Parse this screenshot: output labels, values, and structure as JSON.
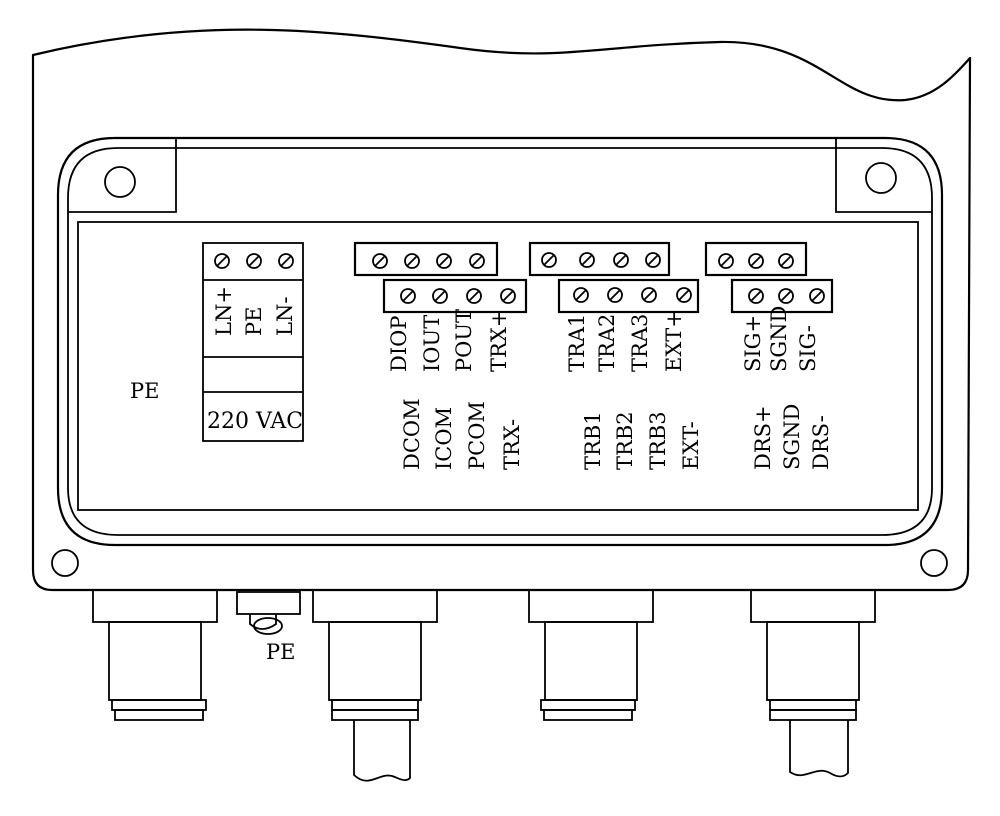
{
  "labels": {
    "pe_left": "PE",
    "pe_bottom": "PE",
    "voltage": "220 VAC"
  },
  "power_terminals": [
    "LN+",
    "PE",
    "LN-"
  ],
  "block1_top": [
    "DIOP",
    "IOUT",
    "POUT",
    "TRX+"
  ],
  "block1_bottom": [
    "DCOM",
    "ICOM",
    "PCOM",
    "TRX-"
  ],
  "block2_top": [
    "TRA1",
    "TRA2",
    "TRA3",
    "EXT+"
  ],
  "block2_bottom": [
    "TRB1",
    "TRB2",
    "TRB3",
    "EXT-"
  ],
  "block3_top": [
    "SIG+",
    "SGND",
    "SIG-"
  ],
  "block3_bottom": [
    "DRS+",
    "SGND",
    "DRS-"
  ],
  "icons": {
    "screw": "screw-terminal-icon",
    "mount_hole": "mounting-hole-icon",
    "gland": "cable-gland-icon",
    "ground_screw": "ground-screw-icon"
  }
}
